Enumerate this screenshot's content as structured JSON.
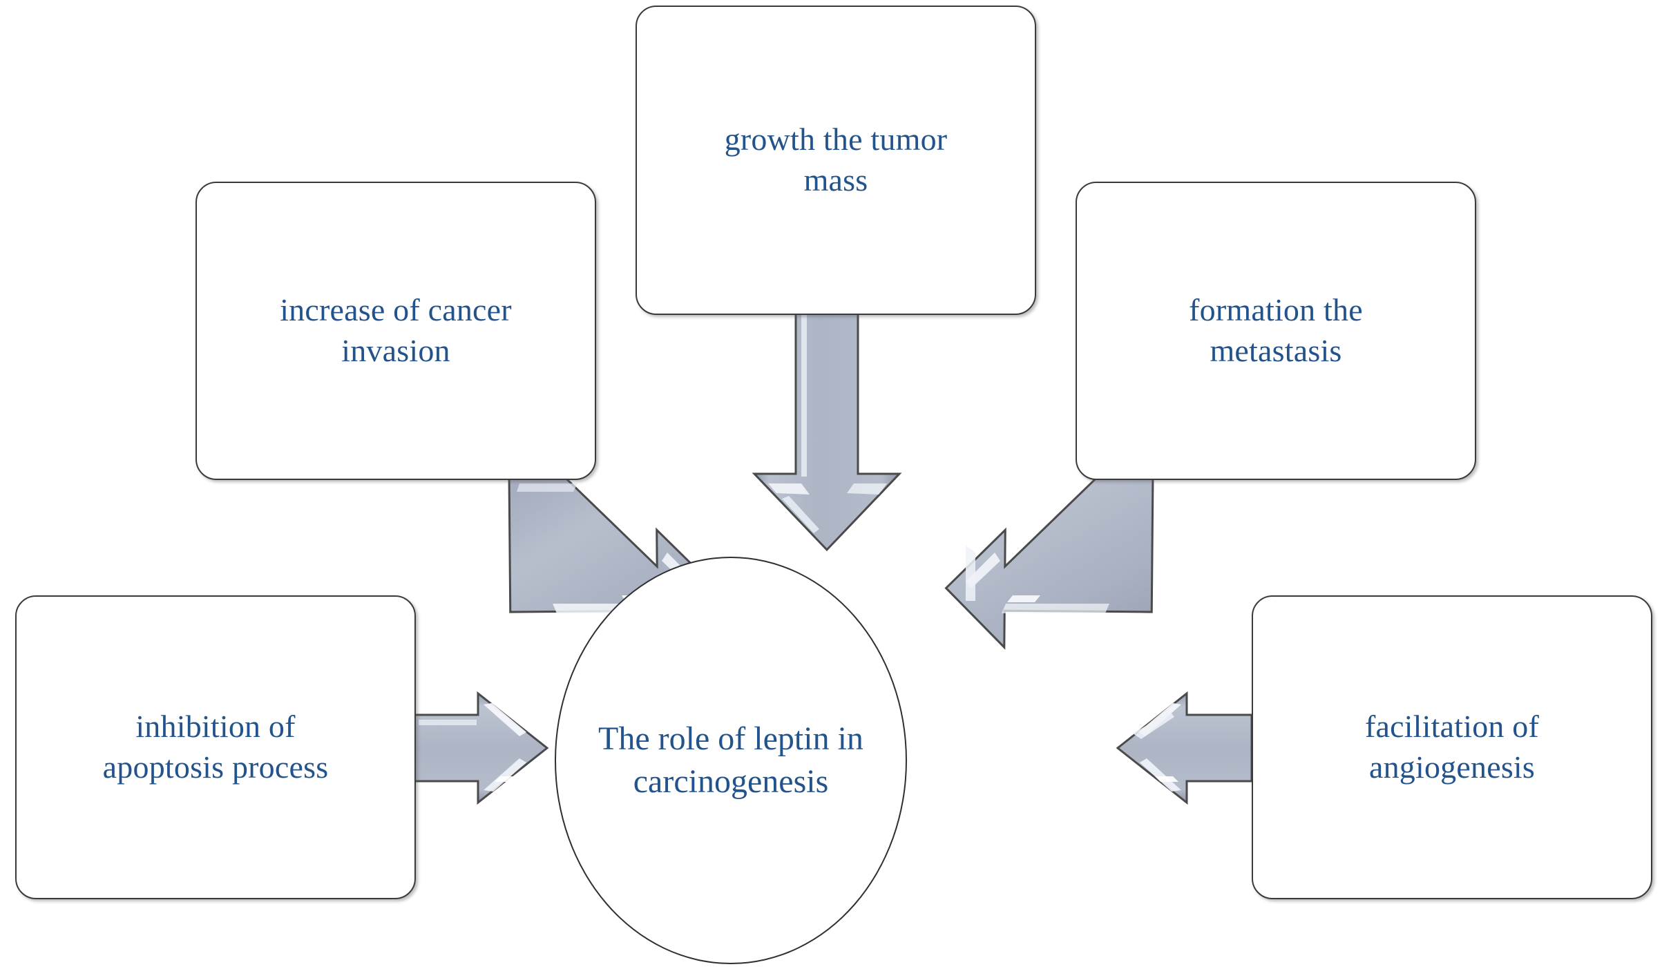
{
  "diagram": {
    "type": "hub-and-spoke concept map",
    "center": {
      "id": "center",
      "shape": "ellipse",
      "label": "The role of leptin in carcinogenesis"
    },
    "nodes": [
      {
        "id": "growth",
        "shape": "rounded-rect",
        "position": "top-center",
        "label": "growth the tumor\nmass"
      },
      {
        "id": "invasion",
        "shape": "rounded-rect",
        "position": "top-left",
        "label": "increase of cancer\ninvasion"
      },
      {
        "id": "metastasis",
        "shape": "rounded-rect",
        "position": "top-right",
        "label": "formation the\nmetastasis"
      },
      {
        "id": "apoptosis",
        "shape": "rounded-rect",
        "position": "bottom-left",
        "label": "inhibition of\napoptosis process"
      },
      {
        "id": "angiogenesis",
        "shape": "rounded-rect",
        "position": "bottom-right",
        "label": "facilitation of\nangiogenesis"
      }
    ],
    "arrows": [
      {
        "id": "arrow-growth-to-center",
        "from": "growth",
        "to": "center",
        "direction": "down"
      },
      {
        "id": "arrow-invasion-to-center",
        "from": "invasion",
        "to": "center",
        "direction": "down-right"
      },
      {
        "id": "arrow-metastasis-to-center",
        "from": "metastasis",
        "to": "center",
        "direction": "down-left"
      },
      {
        "id": "arrow-apoptosis-to-center",
        "from": "apoptosis",
        "to": "center",
        "direction": "right"
      },
      {
        "id": "arrow-angiogenesis-to-center",
        "from": "angiogenesis",
        "to": "center",
        "direction": "left"
      }
    ],
    "colors": {
      "background": "#ffffff",
      "text": "#23538c",
      "node_border": "#3a3a3a",
      "node_fill": "#ffffff",
      "arrow_fill": "#aeb6c6",
      "arrow_border": "#4a4a4a"
    }
  }
}
